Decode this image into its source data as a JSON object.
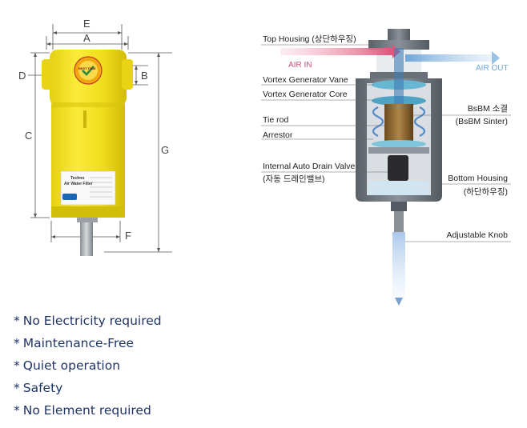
{
  "left_figure": {
    "dimension_labels": {
      "e": "E",
      "a": "A",
      "d": "D",
      "b": "B",
      "c": "C",
      "g": "G",
      "f": "F"
    },
    "product_label": {
      "line1": "Techno",
      "line2": "Air Water Filter"
    },
    "badge_text": "BEST ITEM",
    "colors": {
      "housing": "#f1df1c",
      "housing_shade": "#d8c40e",
      "dimension_line": "#555555"
    }
  },
  "right_figure": {
    "callouts": {
      "top_housing": "Top Housing (상단하우징)",
      "air_in": "AIR IN",
      "air_out": "AIR OUT",
      "vortex_vane": "Vortex Generator Vane",
      "vortex_core": "Vortex Generator Core",
      "bsbm_line1": "BsBM 소결",
      "bsbm_line2": "(BsBM Sinter)",
      "tie_rod": "Tie rod",
      "arrestor": "Arrestor",
      "drain_line1": "Internal Auto Drain Valve",
      "drain_line2": "(자동 드레인밸브)",
      "bottom_line1": "Bottom Housing",
      "bottom_line2": "(하단하우징)",
      "knob": "Adjustable Knob"
    },
    "colors": {
      "air_in": "#e0567a",
      "air_out": "#6fa6d8",
      "body": "#6c7279",
      "vortex": "#3a7bc8"
    }
  },
  "features": [
    "No Electricity required",
    "Maintenance-Free",
    "Quiet operation",
    "Safety",
    "No Element required"
  ],
  "bullet_symbol": "*"
}
